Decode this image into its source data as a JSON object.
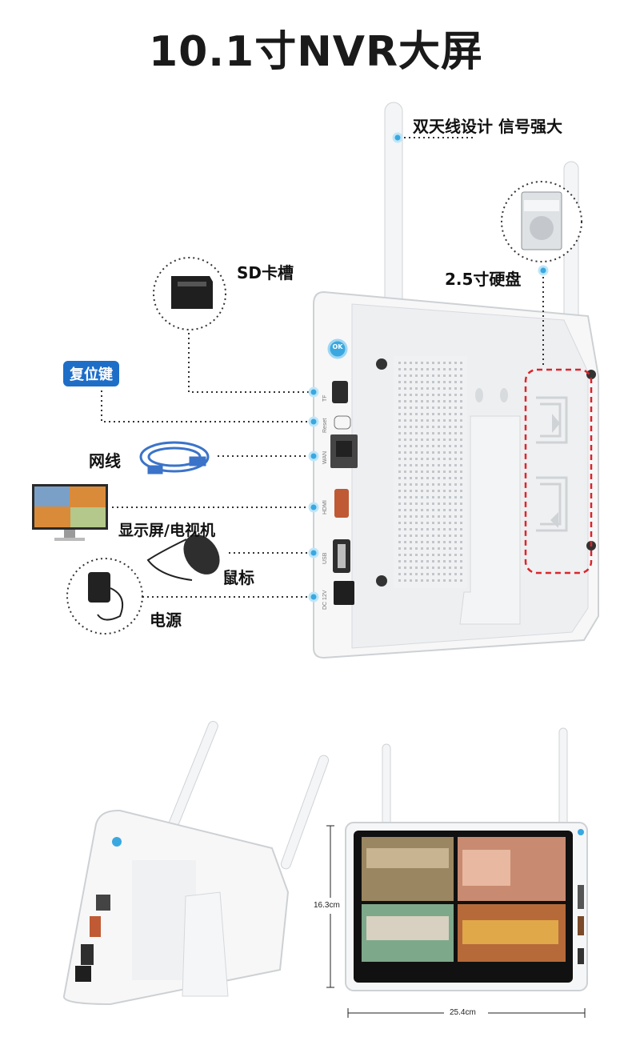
{
  "page": {
    "title": "10.1寸NVR大屏"
  },
  "callouts": {
    "antenna": "双天线设计 信号强大",
    "hdd": "2.5寸硬盘",
    "sd": "SD卡槽",
    "reset": "复位键",
    "lan": "网线",
    "display": "显示屏/电视机",
    "mouse": "鼠标",
    "power": "电源"
  },
  "ports": {
    "tf": "TF",
    "reset": "Reset",
    "wan": "WAN",
    "hdmi": "HDMI",
    "usb": "USB",
    "dc": "DC 12V",
    "ok": "OK"
  },
  "dimensions": {
    "height": "16.3cm",
    "width": "25.4cm"
  },
  "colors": {
    "accent_blue": "#3aa8e0",
    "badge_blue": "#1e6ec8",
    "hdd_frame_red": "#d9262b"
  }
}
